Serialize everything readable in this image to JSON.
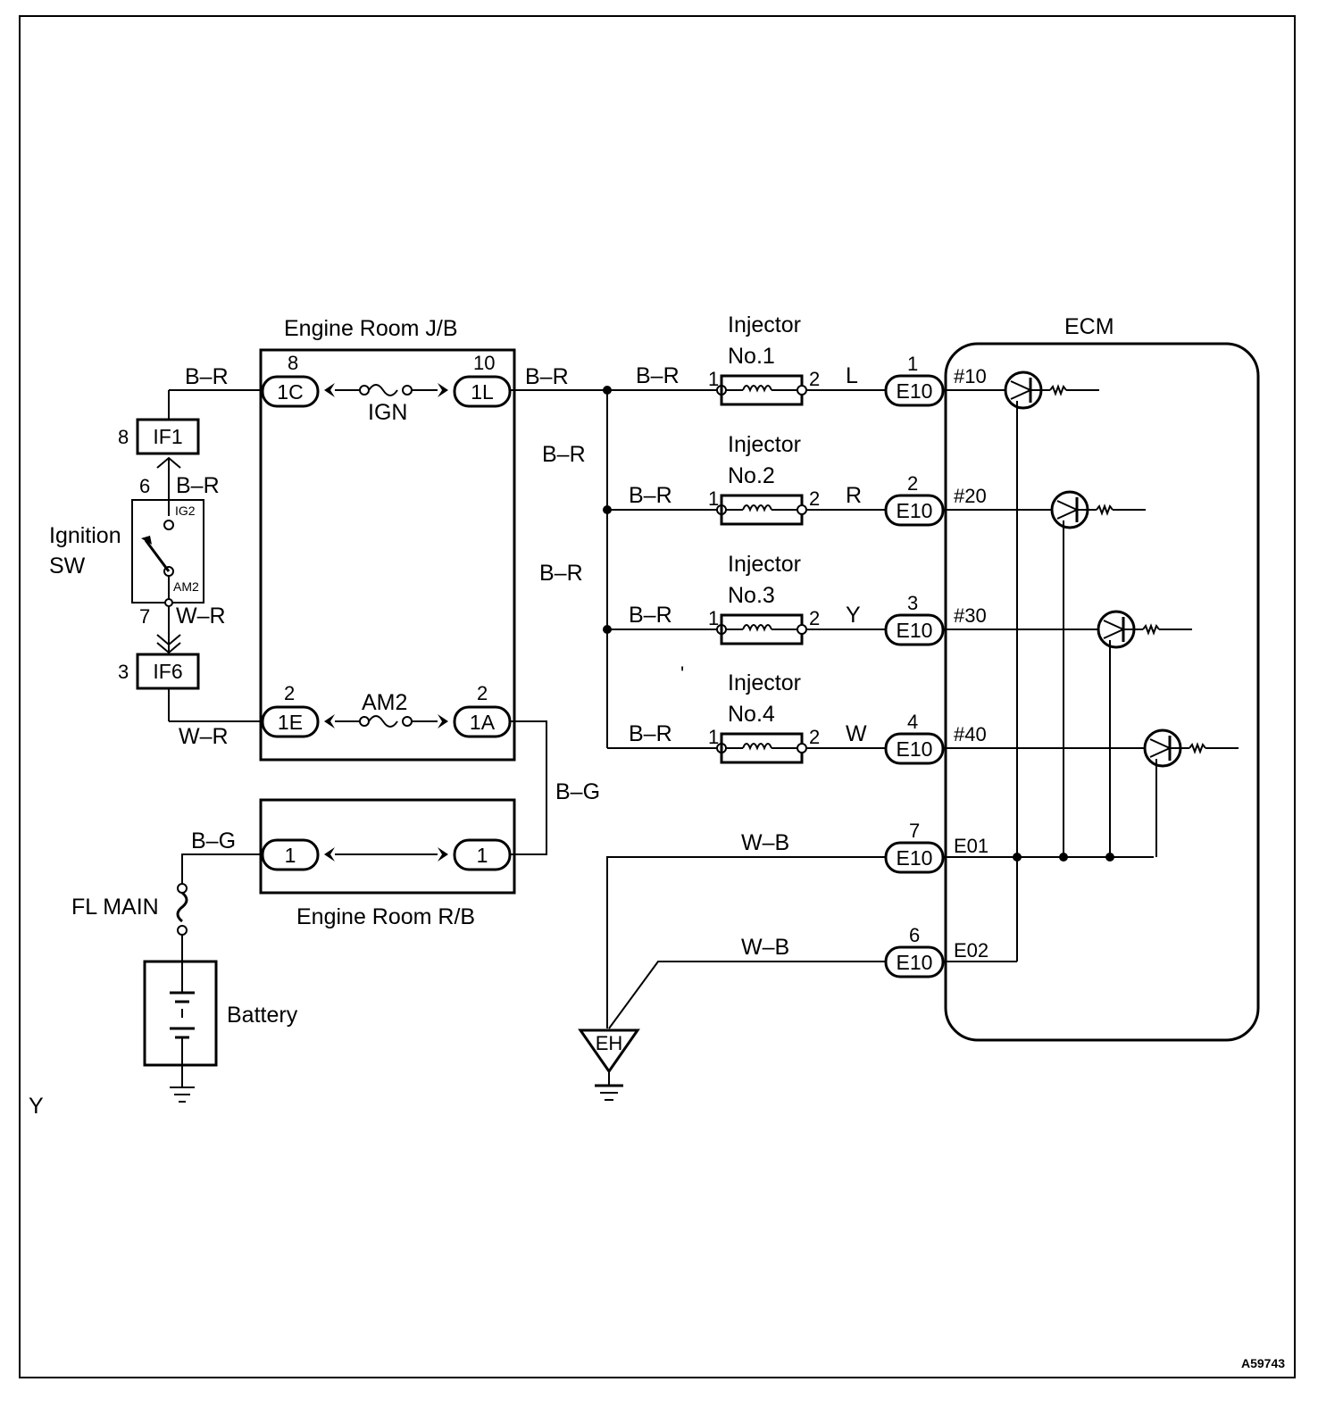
{
  "blocks": {
    "jb": "Engine Room J/B",
    "rb": "Engine Room R/B",
    "ecm": "ECM",
    "ignition_sw": [
      "Ignition",
      "SW"
    ],
    "fl_main": "FL MAIN",
    "battery": "Battery",
    "ground_eh": "EH"
  },
  "fuses": {
    "ign": "IGN",
    "am2": "AM2"
  },
  "jb_connectors": {
    "c1": {
      "pin": "8",
      "name": "1C"
    },
    "c2": {
      "pin": "10",
      "name": "1L"
    },
    "c3": {
      "pin": "2",
      "name": "1E"
    },
    "c4": {
      "pin": "2",
      "name": "1A"
    }
  },
  "rb_connectors": {
    "c1": {
      "name": "1"
    },
    "c2": {
      "name": "1"
    }
  },
  "switch_connectors": {
    "if1": {
      "pin": "8",
      "name": "IF1"
    },
    "if6": {
      "pin": "3",
      "name": "IF6"
    },
    "pin6": "6",
    "pin7": "7",
    "ig2": "IG2",
    "am2": "AM2"
  },
  "injectors": [
    {
      "line1": "Injector",
      "line2": "No.1",
      "pin_in": "1",
      "pin_out": "2",
      "wire_in": "B–R",
      "wire_out": "L",
      "ecm_pin": "1",
      "ecm_conn": "E10",
      "ecm_term": "#10"
    },
    {
      "line1": "Injector",
      "line2": "No.2",
      "pin_in": "1",
      "pin_out": "2",
      "wire_in": "B–R",
      "wire_out": "R",
      "ecm_pin": "2",
      "ecm_conn": "E10",
      "ecm_term": "#20"
    },
    {
      "line1": "Injector",
      "line2": "No.3",
      "pin_in": "1",
      "pin_out": "2",
      "wire_in": "B–R",
      "wire_out": "Y",
      "ecm_pin": "3",
      "ecm_conn": "E10",
      "ecm_term": "#30"
    },
    {
      "line1": "Injector",
      "line2": "No.4",
      "pin_in": "1",
      "pin_out": "2",
      "wire_in": "B–R",
      "wire_out": "W",
      "ecm_pin": "4",
      "ecm_conn": "E10",
      "ecm_term": "#40"
    }
  ],
  "grounds": [
    {
      "wire": "W–B",
      "ecm_pin": "7",
      "ecm_conn": "E10",
      "ecm_term": "E01"
    },
    {
      "wire": "W–B",
      "ecm_pin": "6",
      "ecm_conn": "E10",
      "ecm_term": "E02"
    }
  ],
  "wire_colors": {
    "sw_top": "B–R",
    "if1_sw": "B–R",
    "sw_if6": "W–R",
    "if6_jb": "W–R",
    "jb_out": "B–R",
    "bus_1": "B–R",
    "bus_2": "B–R",
    "jb_rb": "B–G",
    "fl_rb": "B–G"
  },
  "corner_mark": "Y",
  "tick_mark": "'",
  "figure_code": "A59743"
}
